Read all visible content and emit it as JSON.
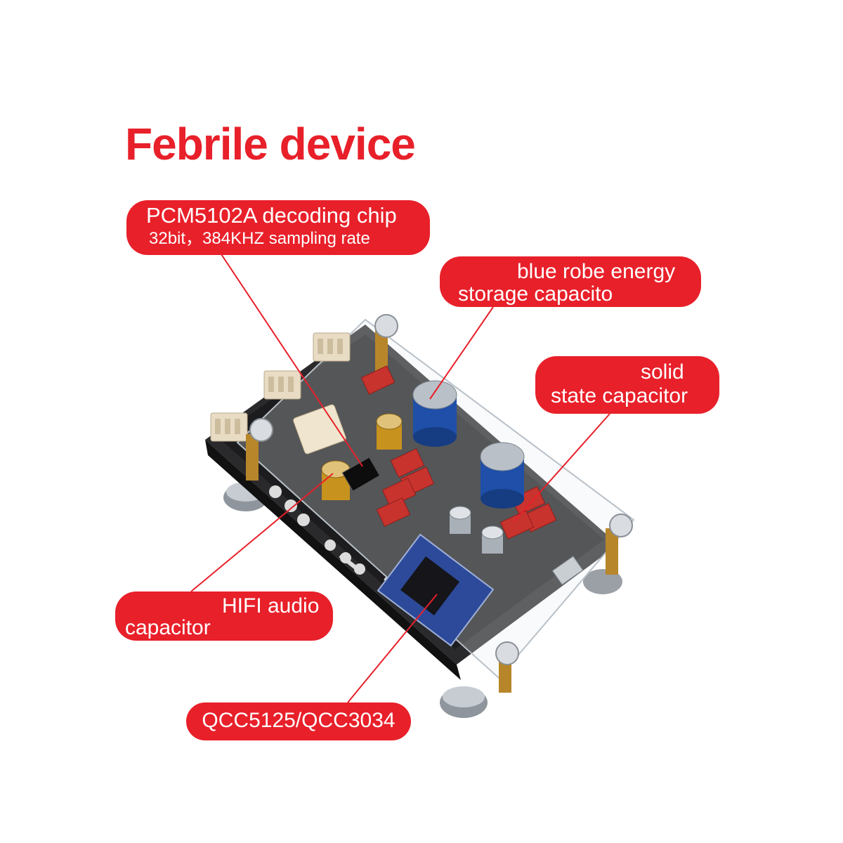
{
  "title": "Febrile device",
  "callouts": {
    "pcm": {
      "line1": "PCM5102A decoding chip",
      "line2": "32bit，384KHZ sampling rate"
    },
    "blue": {
      "line1": "blue robe energy",
      "line2": "storage capacito"
    },
    "solid": {
      "line1": "solid",
      "line2": "state capacitor"
    },
    "hifi": {
      "line1": "HIFI audio",
      "line2": "capacitor"
    },
    "qcc": {
      "line1": "QCC5125/QCC3034"
    }
  },
  "colors": {
    "accent": "#e8202a",
    "pcb": "#1c1c1e",
    "capacitor_blue": "#1f4fa8",
    "capacitor_gold": "#c8921f"
  }
}
